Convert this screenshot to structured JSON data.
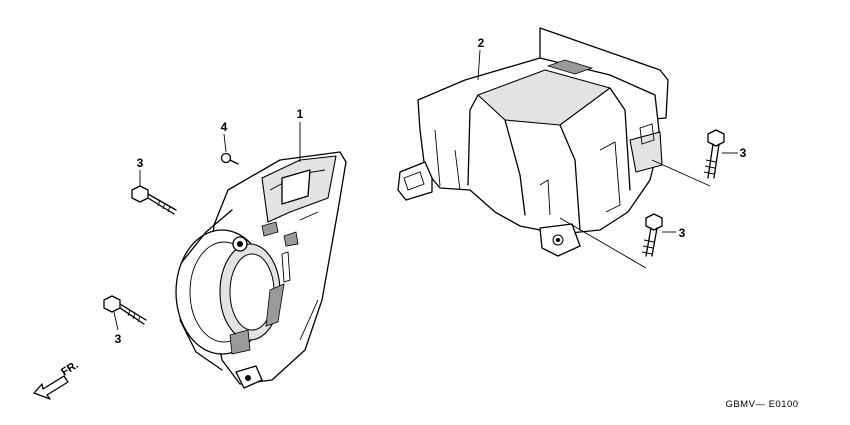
{
  "parts": [
    {
      "ref": "1",
      "part": "fan-cover"
    },
    {
      "ref": "2",
      "part": "engine-shroud"
    },
    {
      "ref": "3",
      "part": "flange-bolt"
    },
    {
      "ref": "4",
      "part": "small-screw"
    }
  ],
  "callouts": {
    "fan_cover": "1",
    "shroud": "2",
    "bolt_left_upper": "3",
    "bolt_left_lower": "3",
    "bolt_right_upper": "3",
    "bolt_right_lower": "3",
    "screw": "4"
  },
  "direction_label": "FR.",
  "diagram_code": "GBMV— E0100",
  "colors": {
    "line": "#000000",
    "background": "#ffffff",
    "shade": "#e3e3e3"
  }
}
